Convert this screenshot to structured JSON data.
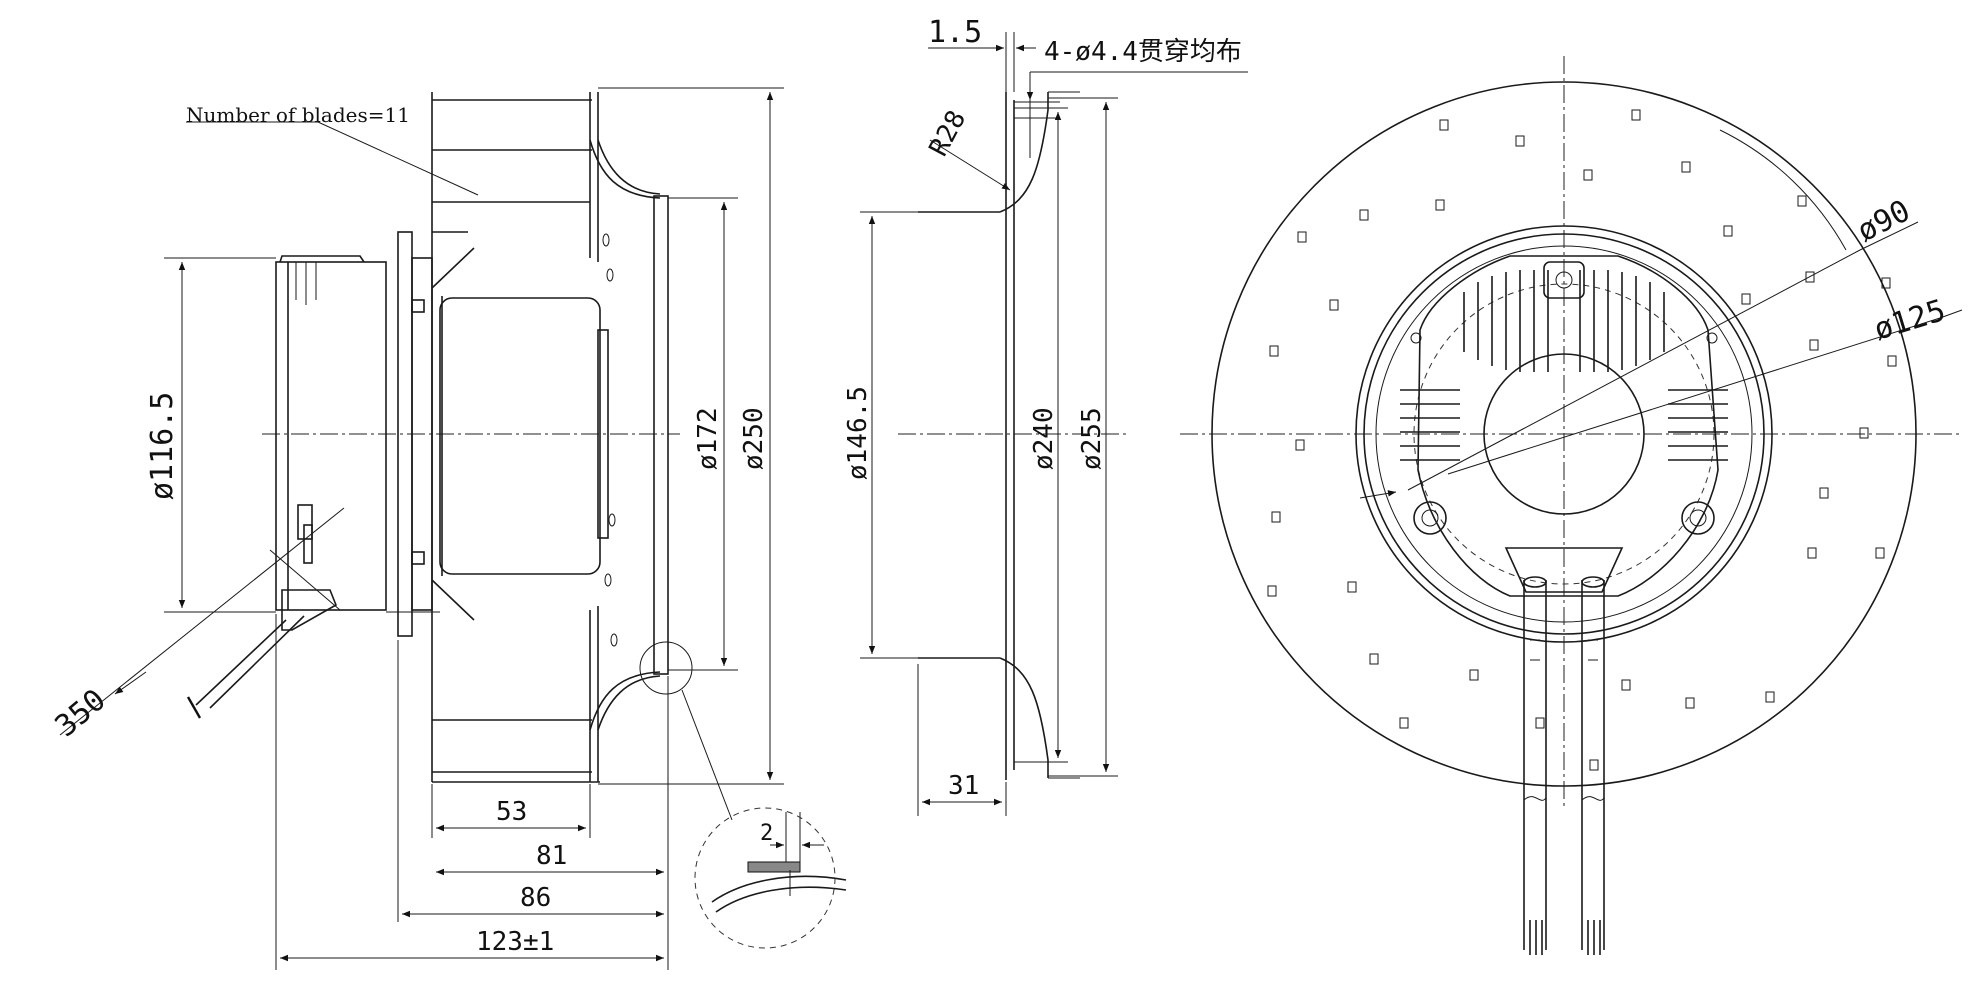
{
  "side_view": {
    "blade_note": "Number of blades=11",
    "dims": {
      "d116": "ø116.5",
      "cable": "350",
      "d172": "ø172",
      "d250": "ø250",
      "w53": "53",
      "w81": "81",
      "w86": "86",
      "w123": "123±1"
    },
    "detail": {
      "gap": "2"
    }
  },
  "section_view": {
    "dims": {
      "t15": "1.5",
      "holes": "4-ø4.4贯穿均布",
      "r28": "R28",
      "d146": "ø146.5",
      "d240": "ø240",
      "d255": "ø255",
      "w31": "31"
    }
  },
  "front_view": {
    "dims": {
      "d90": "ø90",
      "d125": "ø125"
    }
  }
}
